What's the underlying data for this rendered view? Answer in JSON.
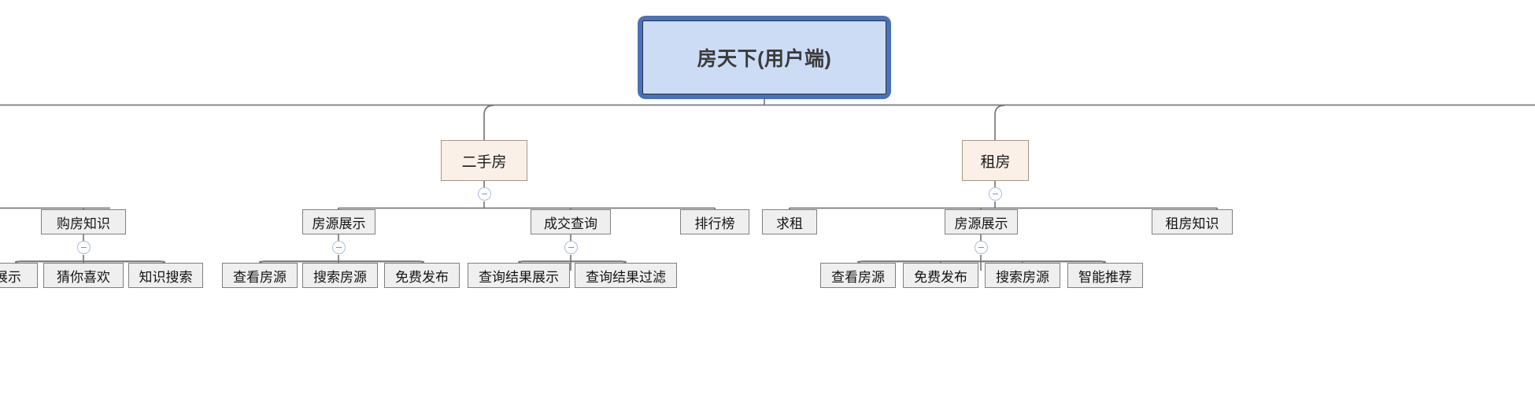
{
  "diagram": {
    "type": "mindmap-tree",
    "title": "房天下(用户端)",
    "orientation": "top-down",
    "colors": {
      "root_border": "#4a72b8",
      "root_fill": "#cddcf5",
      "level2_fill": "#fbf0e7",
      "level2_border": "#a59686",
      "node_fill": "#efefef",
      "node_border": "#808080",
      "edge": "#7a7a7a",
      "toggle_border": "#a8bedd"
    }
  },
  "root": {
    "label": "房天下(用户端)"
  },
  "branches": [
    {
      "label": "二手房",
      "children": [
        {
          "label": "购房知识",
          "children": [
            {
              "label": "展示"
            },
            {
              "label": "猜你喜欢"
            },
            {
              "label": "知识搜索"
            }
          ]
        },
        {
          "label": "房源展示",
          "children": [
            {
              "label": "查看房源"
            },
            {
              "label": "搜索房源"
            },
            {
              "label": "免费发布"
            }
          ]
        },
        {
          "label": "成交查询",
          "children": [
            {
              "label": "查询结果展示"
            },
            {
              "label": "查询结果过滤"
            }
          ]
        },
        {
          "label": "排行榜",
          "children": []
        }
      ]
    },
    {
      "label": "租房",
      "children": [
        {
          "label": "求租",
          "children": []
        },
        {
          "label": "房源展示",
          "children": [
            {
              "label": "查看房源"
            },
            {
              "label": "免费发布"
            },
            {
              "label": "搜索房源"
            },
            {
              "label": "智能推荐"
            }
          ]
        },
        {
          "label": "租房知识",
          "children": []
        }
      ]
    }
  ],
  "nodes": {
    "root": "房天下(用户端)",
    "b1": "二手房",
    "b2": "租房",
    "n_gouf": "购房知识",
    "n_fyzs1": "房源展示",
    "n_cjcx": "成交查询",
    "n_phb": "排行榜",
    "n_qz": "求租",
    "n_fyzs2": "房源展示",
    "n_zfzs": "租房知识",
    "l_zhanshi": "展示",
    "l_cainixihuan": "猜你喜欢",
    "l_zhishisousuo": "知识搜索",
    "l_ckfy1": "查看房源",
    "l_ssfy1": "搜索房源",
    "l_mffb1": "免费发布",
    "l_cxjgzs": "查询结果展示",
    "l_cxjggl": "查询结果过滤",
    "l_ckfy2": "查看房源",
    "l_mffb2": "免费发布",
    "l_ssfy2": "搜索房源",
    "l_znzj": "智能推荐"
  },
  "toggles": {
    "collapse_icon": "minus-circle-icon",
    "count": 6
  }
}
